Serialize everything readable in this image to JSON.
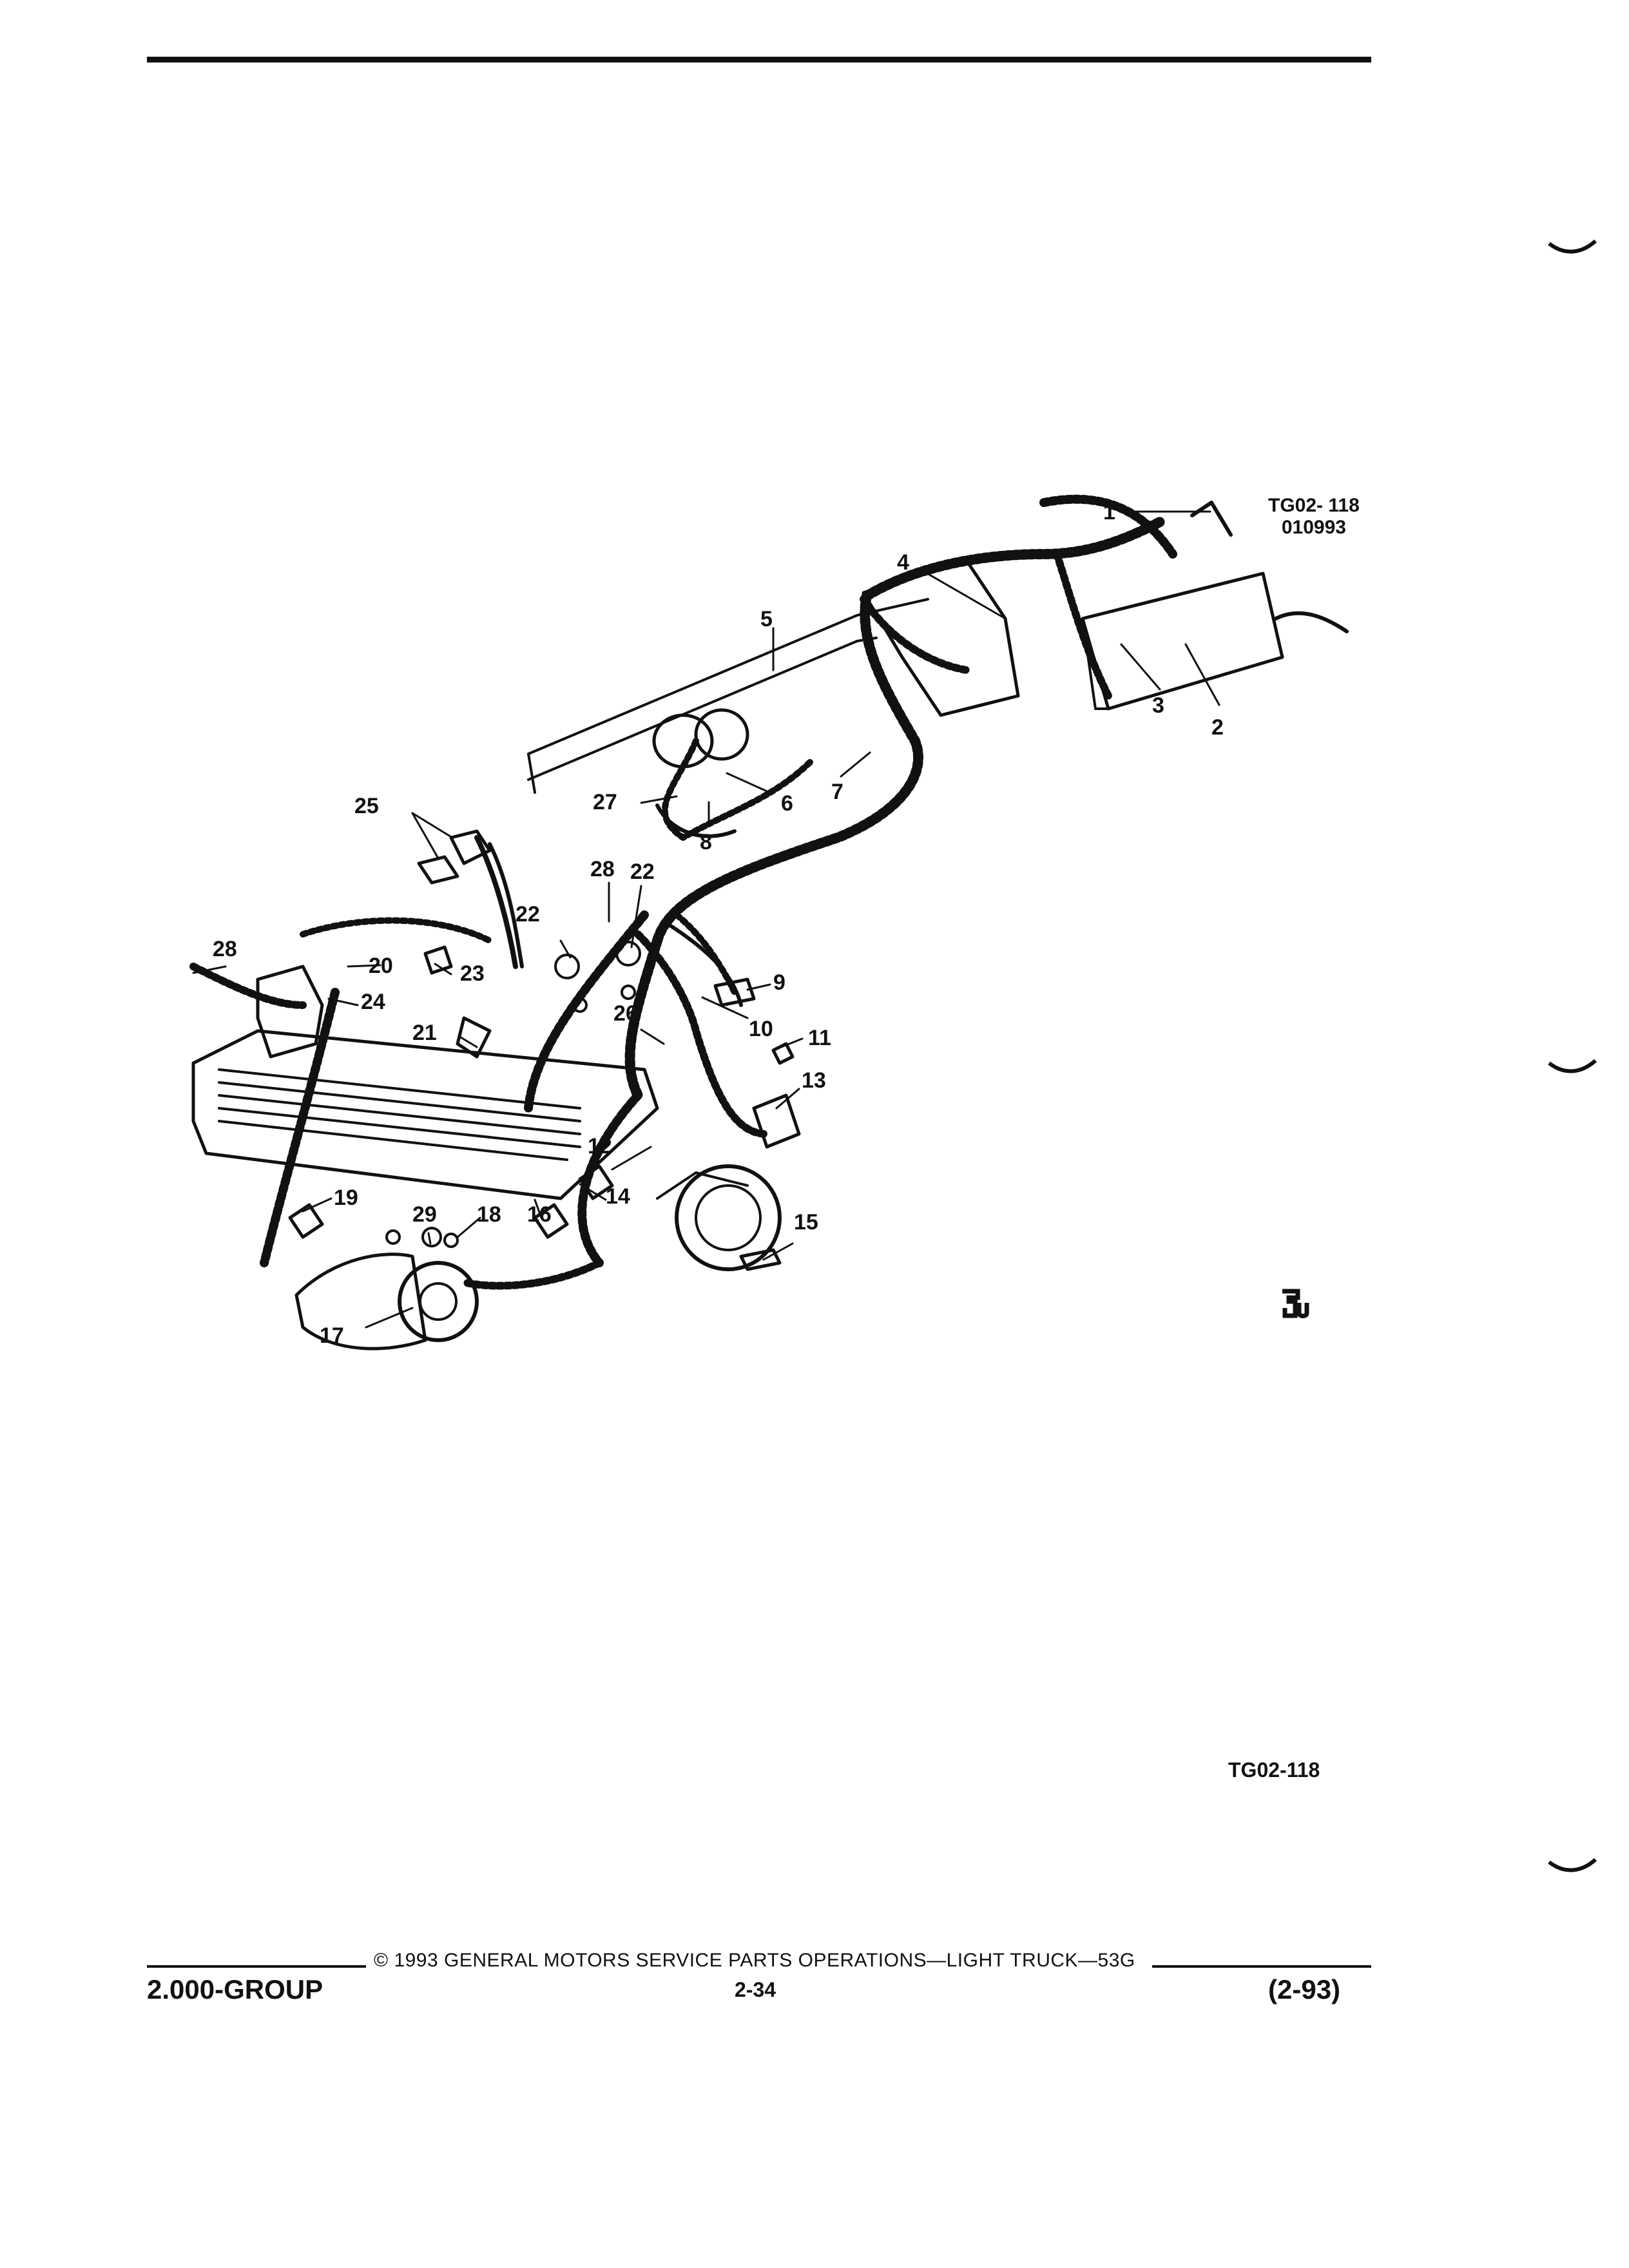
{
  "figure": {
    "code_top": "TG02- 118",
    "date_code": "010993",
    "code_bottom": "TG02-118",
    "callouts": [
      "1",
      "2",
      "3",
      "4",
      "5",
      "6",
      "7",
      "8",
      "9",
      "10",
      "11",
      "12",
      "13",
      "14",
      "15",
      "16",
      "17",
      "18",
      "19",
      "20",
      "21",
      "22",
      "22",
      "23",
      "24",
      "25",
      "26",
      "27",
      "28",
      "28",
      "29"
    ]
  },
  "footer": {
    "copyright": "© 1993 GENERAL MOTORS SERVICE PARTS OPERATIONS—LIGHT TRUCK—53G",
    "group": "2.000-GROUP",
    "page_number": "2-34",
    "revision": "(2-93)"
  }
}
